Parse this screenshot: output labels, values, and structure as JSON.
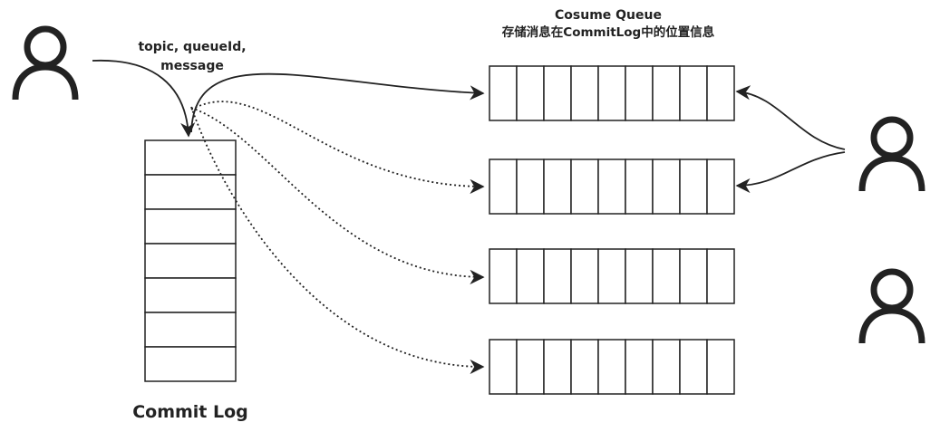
{
  "producer_label_line1": "topic, queueId,",
  "producer_label_line2": "message",
  "commit_log": {
    "label": "Commit Log",
    "cell_count": 7
  },
  "consume_queue": {
    "title": "Cosume Queue",
    "subtitle": "存储消息在CommitLog中的位置信息",
    "queue_count": 4,
    "cells_per_queue": 9
  },
  "actors": [
    {
      "role": "producer",
      "icon": "person-icon"
    },
    {
      "role": "consumer",
      "icon": "person-icon"
    },
    {
      "role": "consumer",
      "icon": "person-icon"
    }
  ],
  "colors": {
    "stroke": "#222222",
    "background": "#ffffff"
  }
}
